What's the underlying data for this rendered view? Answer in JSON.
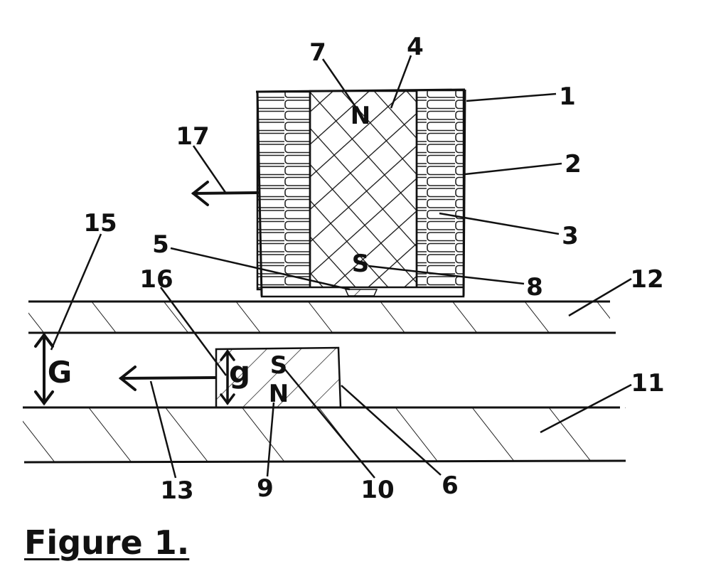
{
  "figure": {
    "caption": "Figure 1.",
    "labels": {
      "1": "1",
      "2": "2",
      "3": "3",
      "4": "4",
      "5": "5",
      "6": "6",
      "7": "7",
      "8": "8",
      "9": "9",
      "10": "10",
      "11": "11",
      "12": "12",
      "13": "13",
      "15": "15",
      "16": "16",
      "17": "17"
    },
    "poles": {
      "upper_north": "N",
      "upper_south": "S",
      "lower_south": "S",
      "lower_north": "N"
    },
    "gaps": {
      "large": "G",
      "small": "g"
    }
  }
}
